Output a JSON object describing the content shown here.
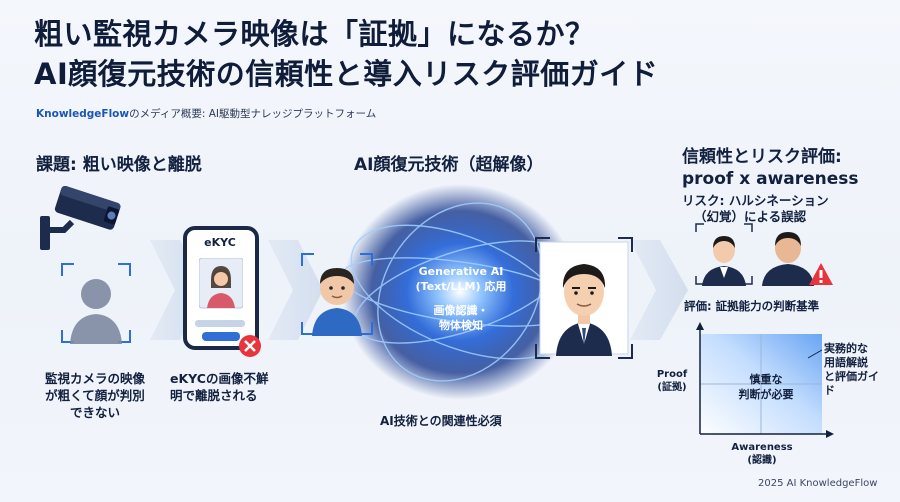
{
  "title": {
    "line1": "粗い監視カメラ映像は「証拠」になるか？",
    "line2": "AI顔復元技術の信頼性と導入リスク評価ガイド"
  },
  "subtitle": {
    "brand": "KnowledgeFlow",
    "text": "のメディア概要: AI駆動型ナレッジプラットフォーム"
  },
  "left": {
    "heading": "課題: 粗い映像と離脱",
    "camera_caption": "監視カメラの映像が粗くて顔が判別できない",
    "ekyc_label": "eKYC",
    "ekyc_caption": "eKYCの画像不鮮明で離脱される"
  },
  "middle": {
    "heading": "AI顔復元技術（超解像）",
    "center_line1": "Generative AI",
    "center_line2": "(Text/LLM) 応用",
    "center_line3": "画像認識・",
    "center_line4": "物体検知",
    "caption": "AI技術との関連性必須"
  },
  "right": {
    "heading_line1": "信頼性とリスク評価:",
    "heading_line2": "proof x awareness",
    "risk_line1": "リスク: ハルシネーション",
    "risk_line2": "（幻覚）による誤認",
    "eval": "評価: 証拠能力の判断基準",
    "matrix": {
      "y_label_line1": "Proof",
      "y_label_line2": "(証拠)",
      "x_label_line1": "Awareness",
      "x_label_line2": "(認識)",
      "center_line1": "慎重な",
      "center_line2": "判断が必要",
      "corner_line1": "実務的な",
      "corner_line2": "用語解説",
      "corner_line3": "と評価ガイ",
      "corner_line4": "ド"
    }
  },
  "footer": "2025 AI KnowledgeFlow",
  "colors": {
    "navy": "#12213f",
    "accent": "#1a56b8",
    "glow": "#3b8cff",
    "alert": "#e8353b",
    "arrow": "#dbe5f3"
  }
}
